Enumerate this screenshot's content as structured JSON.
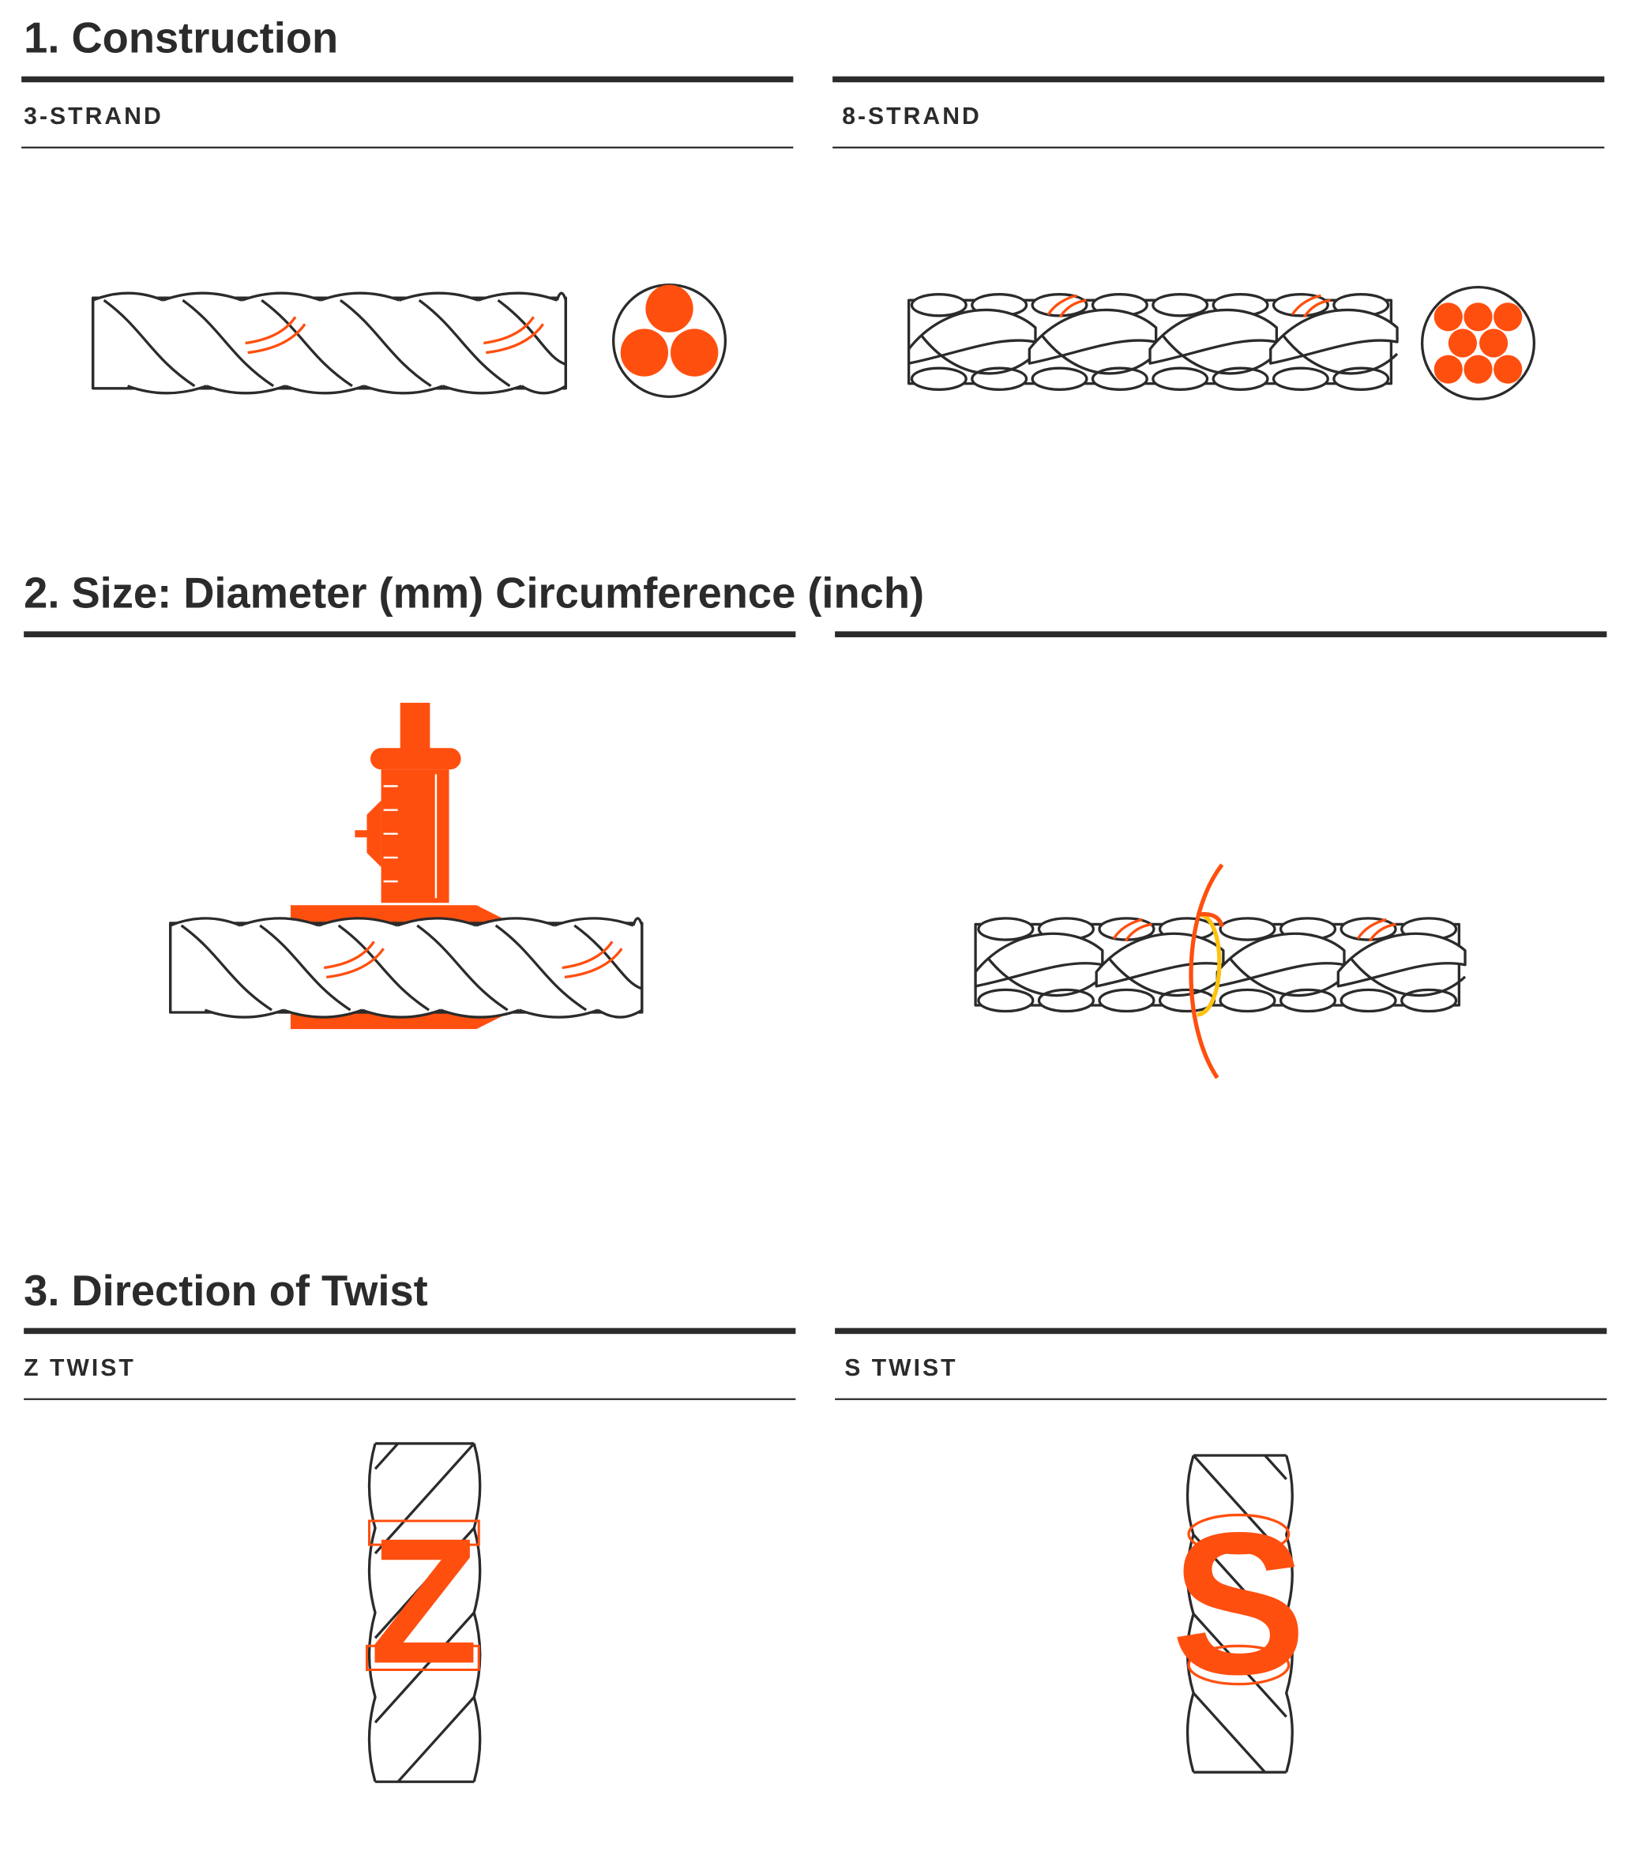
{
  "sections": [
    {
      "title": "1. Construction",
      "left_label": "3-STRAND",
      "right_label": "8-STRAND"
    },
    {
      "title": "2. Size: Diameter (mm) Circumference (inch)"
    },
    {
      "title": "3. Direction of Twist",
      "left_label": "Z TWIST",
      "right_label": "S TWIST"
    }
  ],
  "letters": {
    "z": "Z",
    "s": "S"
  },
  "colors": {
    "ink": "#2b2b2b",
    "accent": "#ff4f0f",
    "tape_highlight": "#ffc20e"
  }
}
